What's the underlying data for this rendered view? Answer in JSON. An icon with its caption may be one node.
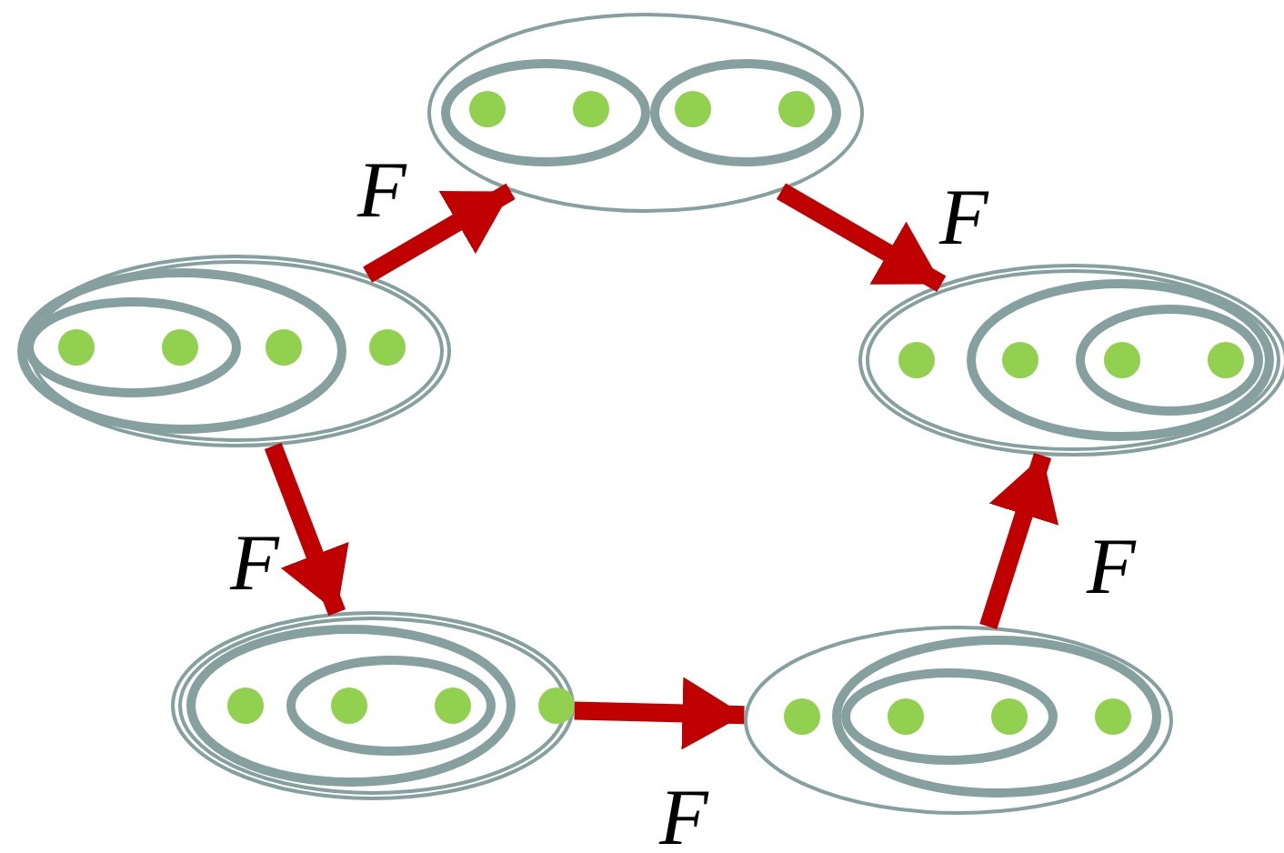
{
  "diagram": {
    "nodes": [
      {
        "text": [],
        "shape": "ellipse"
      },
      {
        "text": [],
        "shape": "ellipse"
      },
      {
        "text": [],
        "shape": "ellipse"
      },
      {
        "text": [],
        "shape": "ellipse"
      },
      {
        "text": [],
        "shape": "ellipse"
      }
    ],
    "edges": [
      {
        "from": 1,
        "to": 0,
        "arrow": "to",
        "label": "F"
      },
      {
        "from": 0,
        "to": 2,
        "arrow": "to",
        "label": "F"
      },
      {
        "from": 1,
        "to": 3,
        "arrow": "to",
        "label": "F"
      },
      {
        "from": 3,
        "to": 4,
        "arrow": "to",
        "label": "F"
      },
      {
        "from": 4,
        "to": 2,
        "arrow": "to",
        "label": "F"
      }
    ]
  }
}
